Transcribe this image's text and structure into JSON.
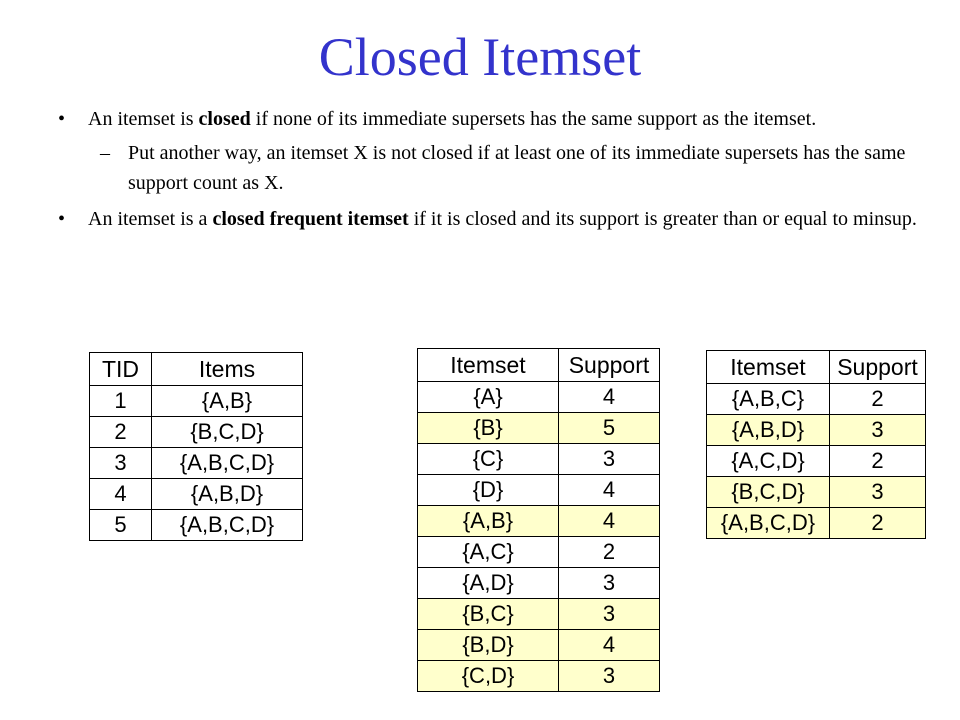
{
  "title": "Closed Itemset",
  "bullets": {
    "b1_pre": "An itemset is ",
    "b1_bold": "closed",
    "b1_post": " if none of its immediate supersets has the same support as the itemset.",
    "b1_dash": "–",
    "b1_sub": "Put another way, an itemset X is not closed if at least one of its immediate supersets has the same support count as X.",
    "b2_pre": "An itemset is a ",
    "b2_bold": "closed frequent itemset",
    "b2_post": " if it is closed and its support is greater than or equal to minsup.",
    "bullet_char": "•"
  },
  "transactions": {
    "headers": [
      "TID",
      "Items"
    ],
    "rows": [
      [
        "1",
        "{A,B}"
      ],
      [
        "2",
        "{B,C,D}"
      ],
      [
        "3",
        "{A,B,C,D}"
      ],
      [
        "4",
        "{A,B,D}"
      ],
      [
        "5",
        "{A,B,C,D}"
      ]
    ]
  },
  "itemsets_small": {
    "headers": [
      "Itemset",
      "Support"
    ],
    "highlight_color": "#ffffcc",
    "rows": [
      {
        "itemset": "{A}",
        "support": "4",
        "highlight": false
      },
      {
        "itemset": "{B}",
        "support": "5",
        "highlight": true
      },
      {
        "itemset": "{C}",
        "support": "3",
        "highlight": false
      },
      {
        "itemset": "{D}",
        "support": "4",
        "highlight": false
      },
      {
        "itemset": "{A,B}",
        "support": "4",
        "highlight": true
      },
      {
        "itemset": "{A,C}",
        "support": "2",
        "highlight": false
      },
      {
        "itemset": "{A,D}",
        "support": "3",
        "highlight": false
      },
      {
        "itemset": "{B,C}",
        "support": "3",
        "highlight": true
      },
      {
        "itemset": "{B,D}",
        "support": "4",
        "highlight": true
      },
      {
        "itemset": "{C,D}",
        "support": "3",
        "highlight": true
      }
    ]
  },
  "itemsets_large": {
    "headers": [
      "Itemset",
      "Support"
    ],
    "rows": [
      {
        "itemset": "{A,B,C}",
        "support": "2",
        "highlight": false
      },
      {
        "itemset": "{A,B,D}",
        "support": "3",
        "highlight": true
      },
      {
        "itemset": "{A,C,D}",
        "support": "2",
        "highlight": false
      },
      {
        "itemset": "{B,C,D}",
        "support": "3",
        "highlight": true
      },
      {
        "itemset": "{A,B,C,D}",
        "support": "2",
        "highlight": true
      }
    ]
  }
}
